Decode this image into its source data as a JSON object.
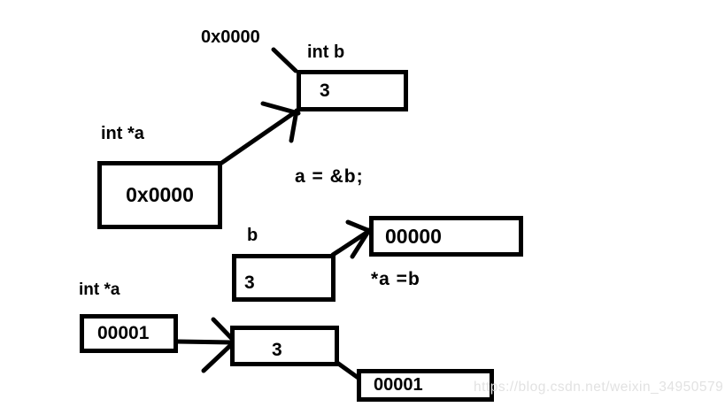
{
  "page": {
    "background": "#ffffff",
    "ink": "#000000"
  },
  "step1": {
    "address_label": "0x0000",
    "b_var_label": "int b",
    "b_box_value": "3",
    "a_var_label": "int *a",
    "a_box_value": "0x0000",
    "statement": "a = &b;"
  },
  "step2": {
    "b_var_label": "b",
    "b_box_value": "3",
    "deref_box_value": "00000",
    "statement": "*a =b"
  },
  "step3": {
    "a_var_label": "int *a",
    "a_box_value": "00001",
    "b_box_value": "3",
    "deref_box_value": "00001"
  },
  "watermark": {
    "text": "https://blog.csdn.net/weixin_34950579",
    "color": "#e2e2e2"
  }
}
